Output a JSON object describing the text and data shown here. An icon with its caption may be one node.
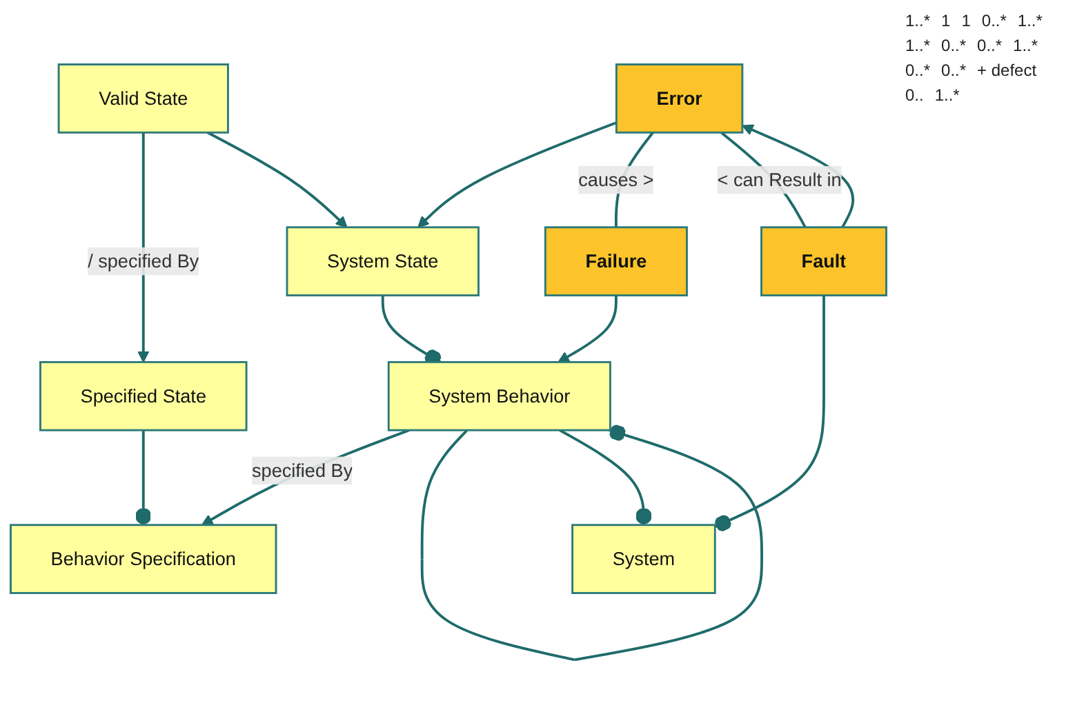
{
  "diagram": {
    "nodes": [
      {
        "text": [
          "Specified State"
        ]
      },
      {
        "text": [
          "Behavior Specification"
        ]
      },
      {
        "text": [
          "System State"
        ]
      },
      {
        "text": [
          "System Behavior"
        ]
      },
      {
        "text": [
          "System"
        ]
      },
      {
        "text": [
          "Valid State"
        ]
      },
      {
        "text": [
          "Error"
        ]
      },
      {
        "text": [
          "Failure"
        ]
      },
      {
        "text": [
          "Fault"
        ]
      }
    ],
    "edges": [
      {
        "from": 5,
        "to": 0,
        "arrow": "to",
        "label": "/ specified By"
      },
      {
        "from": 0,
        "to": 1,
        "arrow": "other"
      },
      {
        "from": 3,
        "to": 1,
        "arrow": "to",
        "label": "specified By"
      },
      {
        "from": 2,
        "to": 3,
        "arrow": "other"
      },
      {
        "from": 3,
        "to": 3,
        "arrow": "other"
      },
      {
        "from": 3,
        "to": 4,
        "arrow": "other"
      },
      {
        "from": 5,
        "to": 2,
        "arrow": "to"
      },
      {
        "from": 6,
        "to": 2,
        "arrow": "to"
      },
      {
        "from": 7,
        "to": 3,
        "arrow": "to"
      },
      {
        "from": 6,
        "to": 7,
        "arrow": "none",
        "label": "causes >"
      },
      {
        "from": 8,
        "to": 4,
        "arrow": "other"
      },
      {
        "from": 6,
        "to": 8,
        "arrow": "none",
        "label": "< can Result in"
      },
      {
        "from": 8,
        "to": 6,
        "arrow": "to"
      }
    ],
    "labels": [
      "1..*",
      "1",
      "1",
      "0..*",
      "1..*",
      "1..*",
      "0..*",
      "0..*",
      "1..*",
      "0..*",
      "0..*",
      "+ defect",
      "0..",
      "1..*"
    ]
  }
}
